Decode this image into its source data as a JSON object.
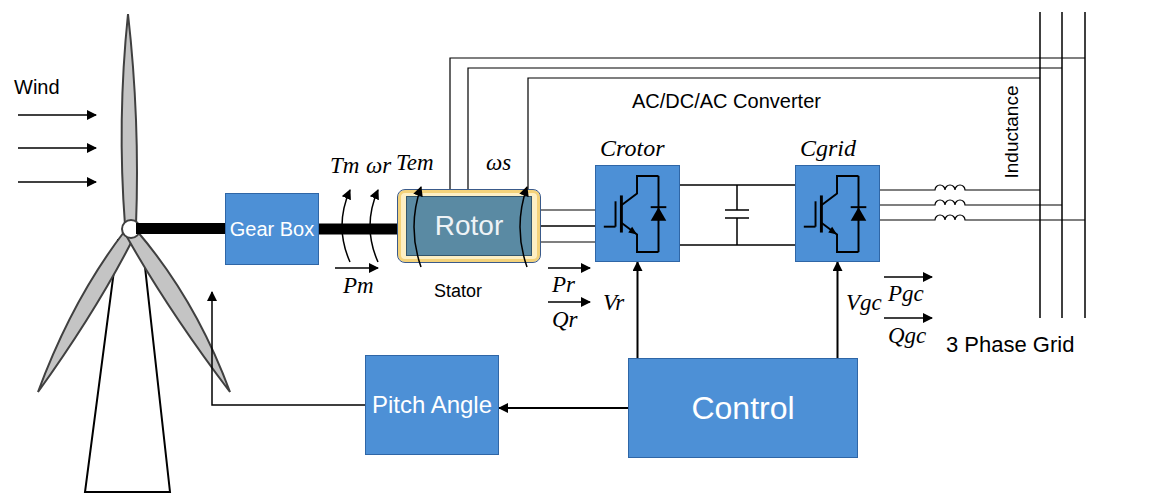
{
  "diagram": {
    "nodes": [
      {
        "text": [
          "Gear Box"
        ]
      },
      {
        "text": [
          "Stator"
        ]
      },
      {
        "text": [
          "Rotor"
        ],
        "in": 1
      },
      {
        "text": [
          "Crotor"
        ]
      },
      {
        "text": [
          "Cgrid"
        ]
      },
      {
        "text": [
          "Pitch Angle"
        ]
      },
      {
        "text": [
          "Control"
        ]
      }
    ],
    "edges": [
      {
        "from": 0,
        "to": 1,
        "arrow": "none"
      },
      {
        "from": 2,
        "to": 3,
        "arrow": "none"
      },
      {
        "from": 3,
        "to": 4,
        "arrow": "none"
      },
      {
        "from": 6,
        "to": 5,
        "arrow": "to"
      },
      {
        "from": 6,
        "to": 3,
        "arrow": "to",
        "label": "Vr"
      },
      {
        "from": 6,
        "to": 4,
        "arrow": "to",
        "label": "Vgc"
      }
    ],
    "labels": [
      "Wind",
      "Tm",
      "ωr",
      "Tem",
      "ωs",
      "Pm",
      "Pr",
      "Qr",
      "AC/DC/AC Converter",
      "Inductance",
      "Pgc",
      "Qgc",
      "3 Phase Grid"
    ]
  }
}
